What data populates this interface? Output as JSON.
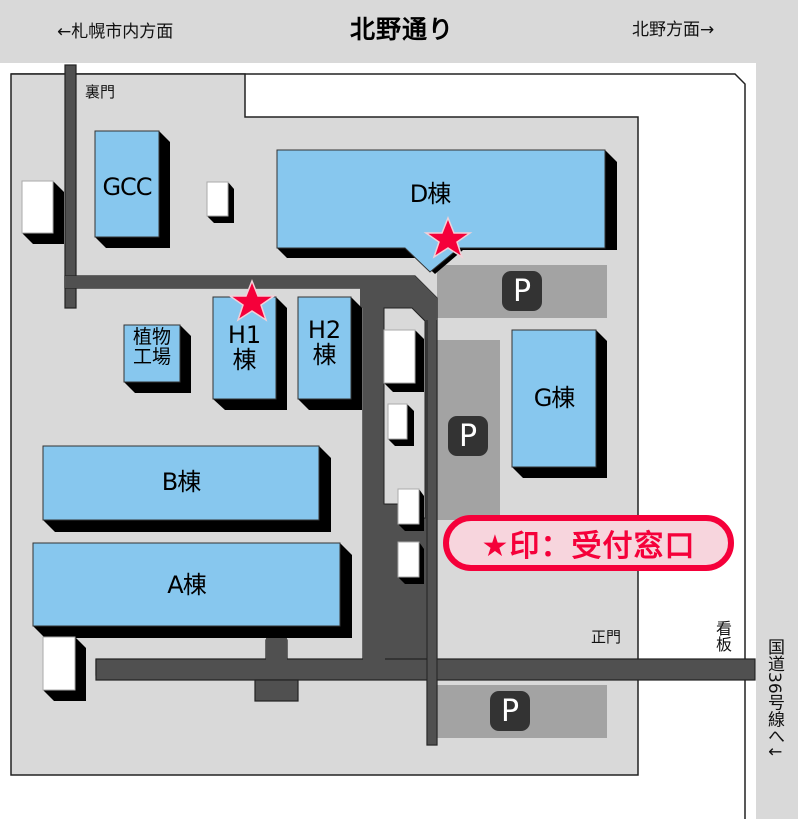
{
  "map": {
    "colors": {
      "street_band": "#d9d9d9",
      "campus": "#d9d9d9",
      "road": "#505050",
      "building": "#87c7ee",
      "parking": "#a3a3a3",
      "parking_badge": "#333333",
      "star": "#f5003a",
      "legend_bg": "#f7d5dd"
    },
    "top_street": {
      "name": "北野通り",
      "left_direction": "←札幌市内方面",
      "right_direction": "北野方面→"
    },
    "side_street": {
      "label": "国道36号線へ↓"
    },
    "gates": {
      "back_gate": "裏門",
      "main_gate": "正門",
      "signboard": "看板"
    },
    "buildings": [
      {
        "id": "gcc",
        "label": "GCC"
      },
      {
        "id": "d",
        "label": "D棟",
        "reception": true
      },
      {
        "id": "plant-factory",
        "label_line1": "植物",
        "label_line2": "工場"
      },
      {
        "id": "h1",
        "label_line1": "H1",
        "label_line2": "棟",
        "reception": true
      },
      {
        "id": "h2",
        "label_line1": "H2",
        "label_line2": "棟"
      },
      {
        "id": "g",
        "label": "G棟"
      },
      {
        "id": "b",
        "label": "B棟"
      },
      {
        "id": "a",
        "label": "A棟"
      }
    ],
    "parking": [
      {
        "label": "P"
      },
      {
        "label": "P"
      },
      {
        "label": "P"
      }
    ],
    "legend": {
      "text": "★印：受付窓口"
    }
  }
}
